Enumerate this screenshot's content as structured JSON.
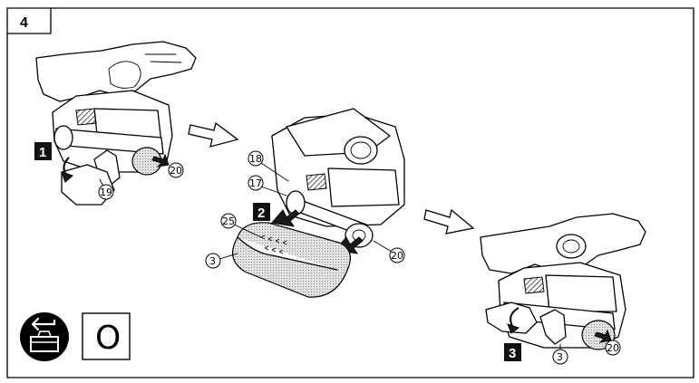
{
  "figure": {
    "number": "4"
  },
  "steps": [
    {
      "number": "1"
    },
    {
      "number": "2"
    },
    {
      "number": "3"
    }
  ],
  "callouts": {
    "lever": "19",
    "belt_left": "20",
    "front_roller": "18",
    "rear_roller": "17",
    "direction_arrows": "25",
    "sanding_belt": "3",
    "belt_middle": "20",
    "belt_right": "20",
    "belt_step3": "3"
  },
  "mode_symbol": {
    "label": "O",
    "icon": "toolbox-release-icon"
  }
}
